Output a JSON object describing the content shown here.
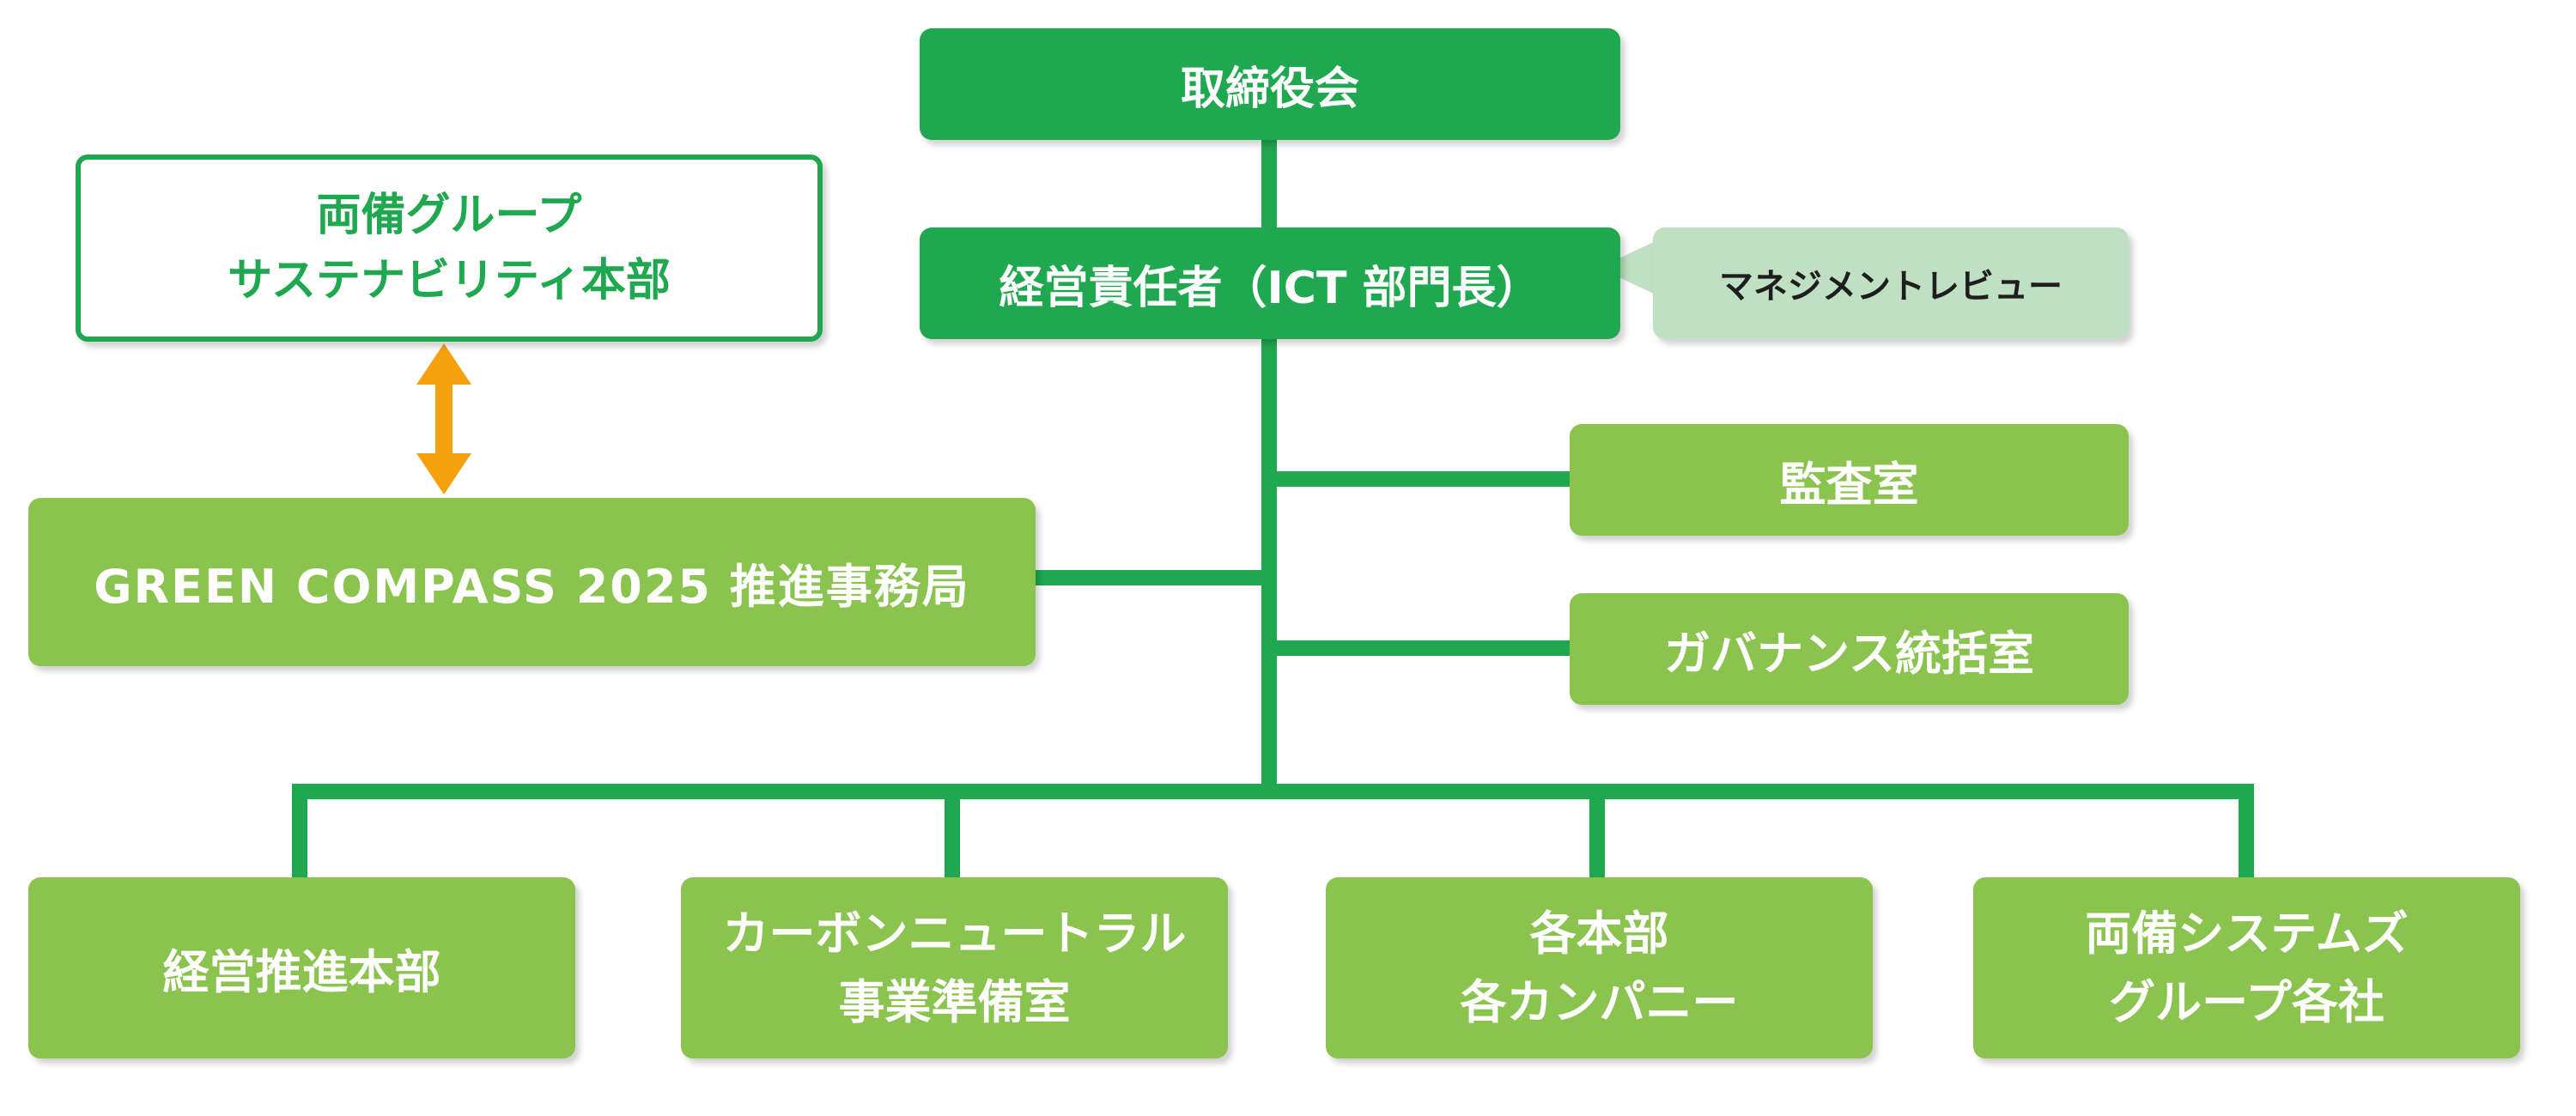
{
  "colors": {
    "dark_green": "#1fa84f",
    "light_green": "#8bc34f",
    "pale_green": "#bfe0c3",
    "arrow_orange": "#f5a00f",
    "connector": "#1fa84f"
  },
  "nodes": {
    "board": {
      "label": "取締役会"
    },
    "exec": {
      "label": "経営責任者（ICT 部門長）"
    },
    "review": {
      "label": "マネジメントレビュー"
    },
    "sustain": {
      "lines": [
        "両備グループ",
        "サステナビリティ本部"
      ]
    },
    "audit": {
      "label": "監査室"
    },
    "governance": {
      "label": "ガバナンス統括室"
    },
    "greencompass": {
      "label": "GREEN COMPASS 2025 推進事務局"
    },
    "mgmt_promo": {
      "label": "経営推進本部"
    },
    "carbon": {
      "lines": [
        "カーボンニュートラル",
        "事業準備室"
      ]
    },
    "divisions": {
      "lines": [
        "各本部",
        "各カンパニー"
      ]
    },
    "group": {
      "lines": [
        "両備システムズ",
        "グループ各社"
      ]
    }
  }
}
